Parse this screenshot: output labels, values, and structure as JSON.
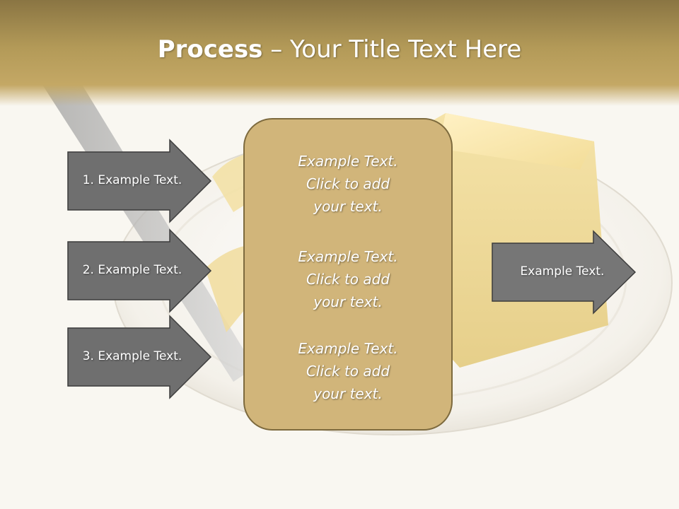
{
  "slide": {
    "title_bold": "Process",
    "title_rest": " – Your Title Text Here",
    "colors": {
      "header": "#b39a58",
      "arrow_fill": "#6f6f6f",
      "arrow_stroke": "#3c3c3c",
      "center_fill": "#d1b57a",
      "center_stroke": "#7d6a3e",
      "text": "#ffffff"
    }
  },
  "left_arrows": [
    {
      "label": "1. Example Text."
    },
    {
      "label": "2. Example Text."
    },
    {
      "label": "3. Example Text."
    }
  ],
  "center_box": {
    "blocks": [
      {
        "line1": "Example Text.",
        "line2": "Click  to add",
        "line3": "your text."
      },
      {
        "line1": "Example Text.",
        "line2": "Click  to add",
        "line3": "your text."
      },
      {
        "line1": "Example Text.",
        "line2": "Click  to add",
        "line3": "your text."
      }
    ]
  },
  "right_arrow": {
    "label": "Example Text."
  }
}
